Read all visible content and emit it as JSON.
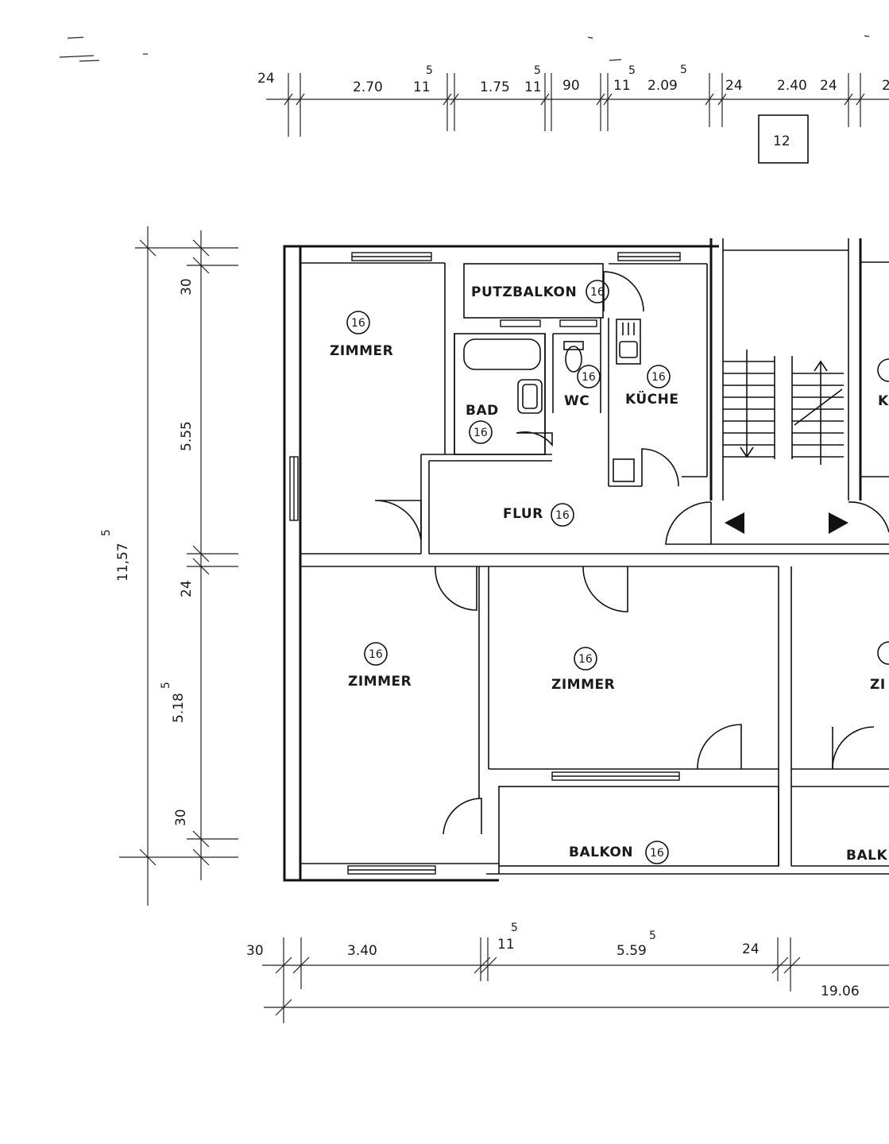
{
  "plan_number": "12",
  "rooms": {
    "zimmer_tl": {
      "label": "ZIMMER",
      "num": "16"
    },
    "putzbalkon": {
      "label": "PUTZBALKON",
      "num": "16"
    },
    "bad": {
      "label": "BAD",
      "num": "16"
    },
    "wc": {
      "label": "WC",
      "num": "16"
    },
    "kueche": {
      "label": "KÜCHE",
      "num": "16"
    },
    "flur": {
      "label": "FLUR",
      "num": "16"
    },
    "zimmer_bl": {
      "label": "ZIMMER",
      "num": "16"
    },
    "zimmer_bm": {
      "label": "ZIMMER",
      "num": "16"
    },
    "balkon": {
      "label": "BALKON",
      "num": "16"
    },
    "k_right": {
      "label": "K"
    },
    "zi_right": {
      "label": "ZI"
    },
    "balk_right": {
      "label": "BALK"
    }
  },
  "dims_top": {
    "d1": "24",
    "d2": "2.70",
    "d3": "11",
    "d3s": "5",
    "d4": "1.75",
    "d5": "11",
    "d5s": "5",
    "d6": "90",
    "d7": "11",
    "d7s": "5",
    "d8": "2.09",
    "d8s": "5",
    "d9": "24",
    "d10": "2.40",
    "d11": "24",
    "d12": "2"
  },
  "dims_left": {
    "v1": "30",
    "v2": "5.55",
    "v3": "24",
    "v4": "5.18",
    "v4s": "5",
    "v5": "30",
    "total": "11,57",
    "total_s": "5"
  },
  "dims_bottom": {
    "b1": "30",
    "b2": "3.40",
    "b3": "11",
    "b3s": "5",
    "b4": "5.59",
    "b4s": "5",
    "b5": "24",
    "total": "19.06"
  }
}
